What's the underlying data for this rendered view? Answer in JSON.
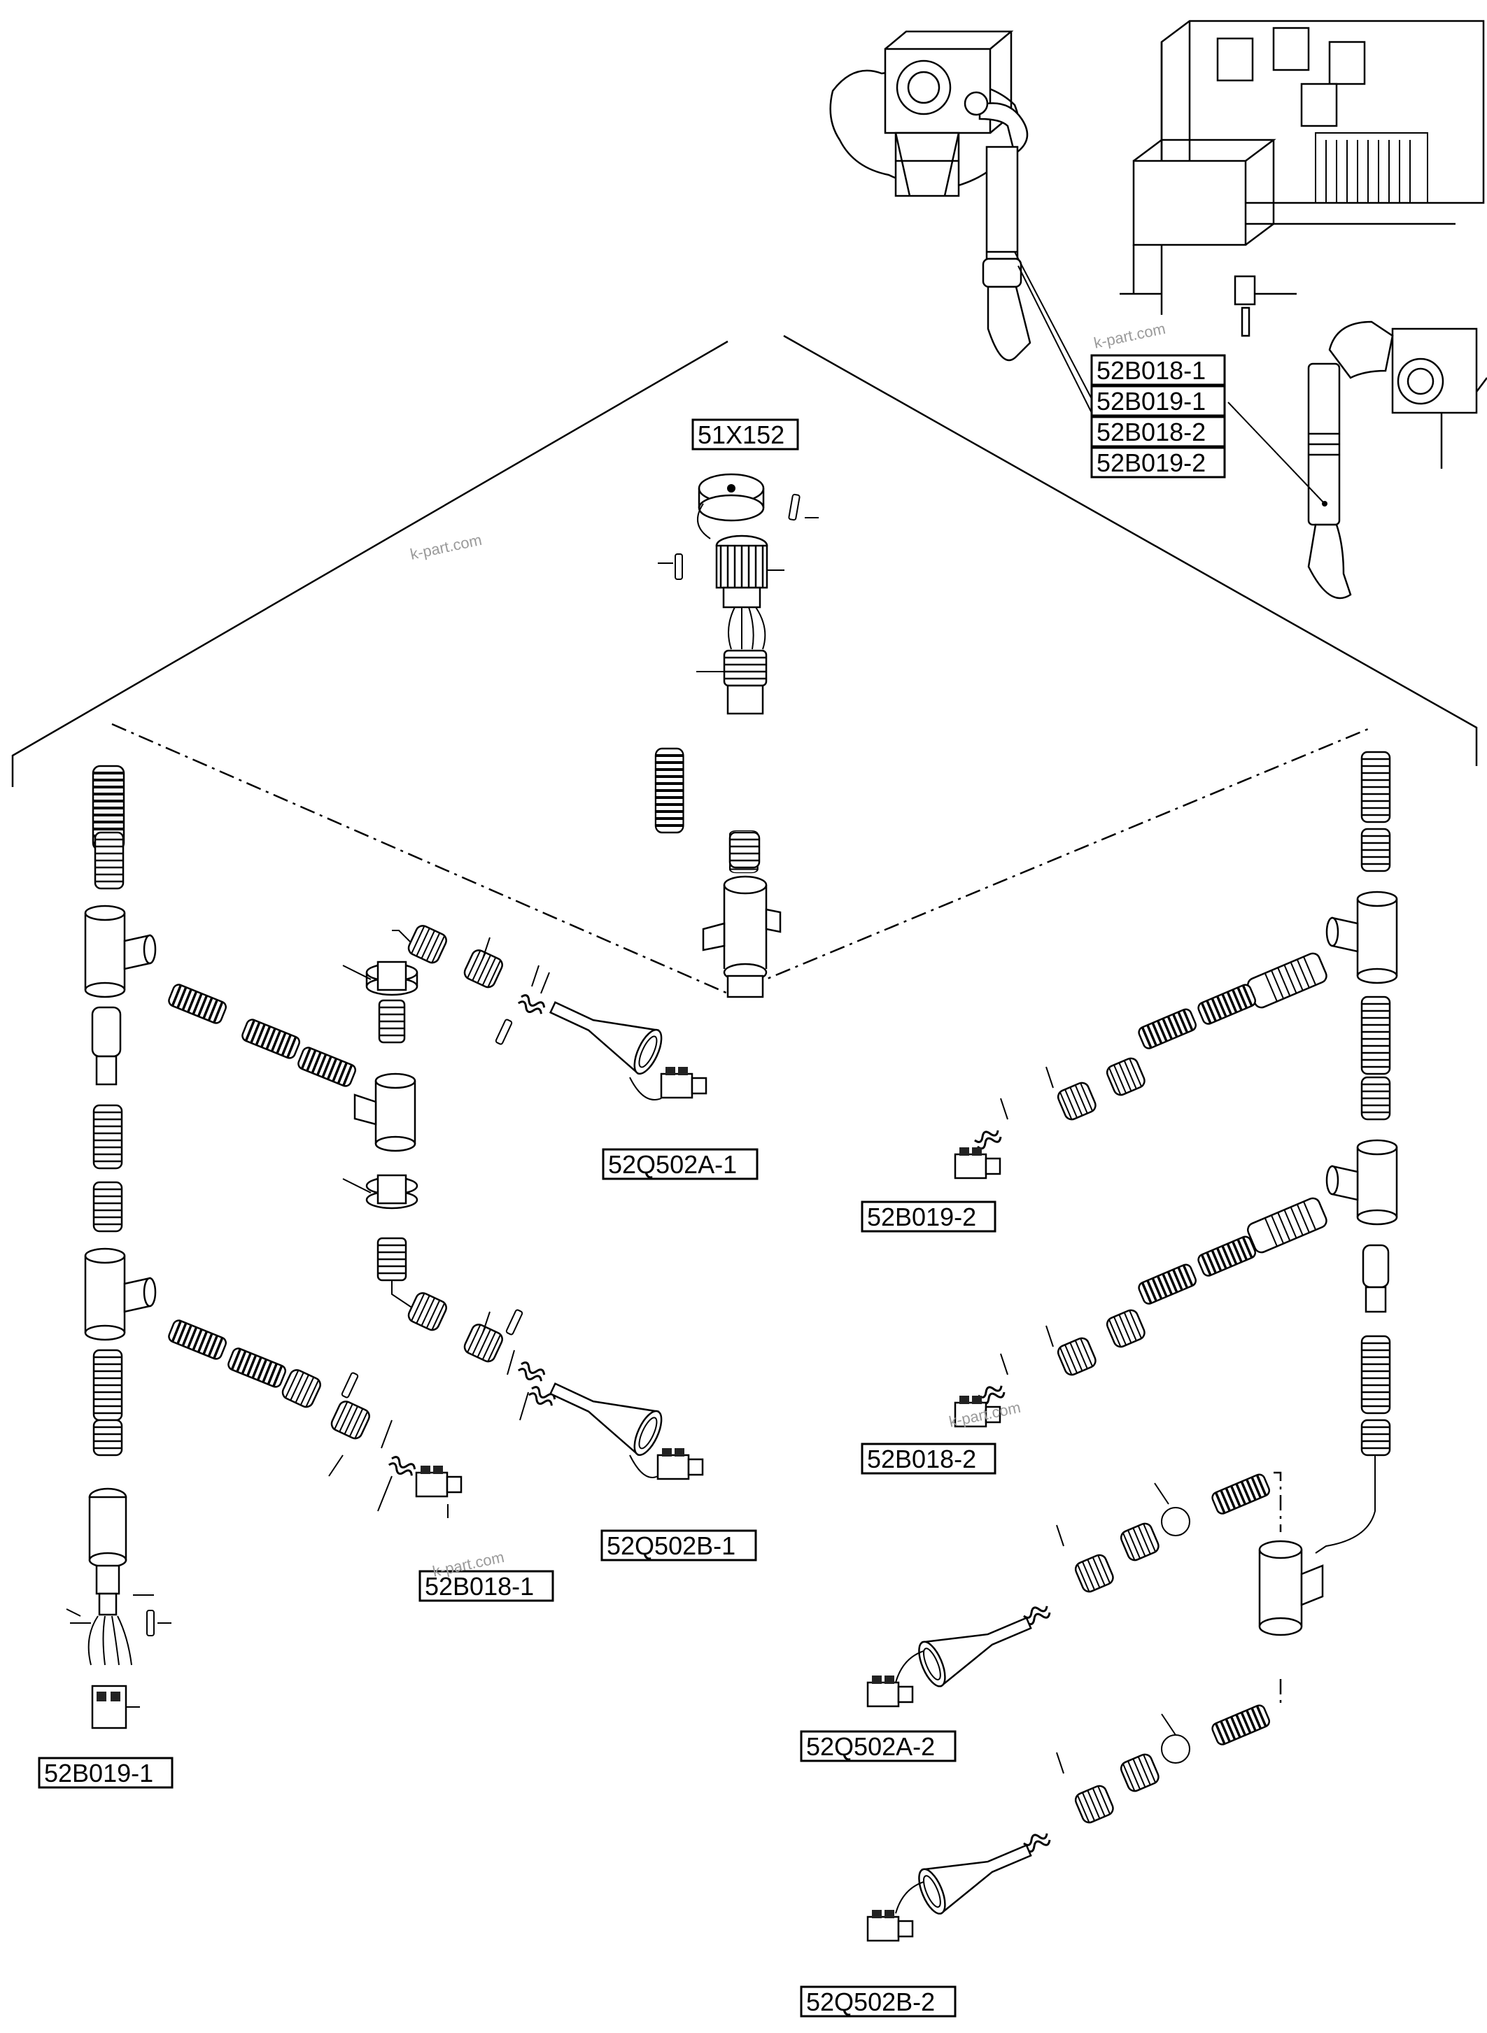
{
  "labels": {
    "top_inset": [
      "52B018-1",
      "52B019-1",
      "52B018-2",
      "52B019-2"
    ],
    "central_connector": "51X152",
    "q502a_1": "52Q502A-1",
    "q502b_1": "52Q502B-1",
    "b019_2": "52B019-2",
    "b018_2": "52B018-2",
    "b018_1": "52B018-1",
    "b019_1": "52B019-1",
    "q502a_2": "52Q502A-2",
    "q502b_2": "52Q502B-2"
  },
  "watermarks": [
    "k-part.com",
    "k-part.com",
    "k-part.com",
    "k-part.com"
  ]
}
